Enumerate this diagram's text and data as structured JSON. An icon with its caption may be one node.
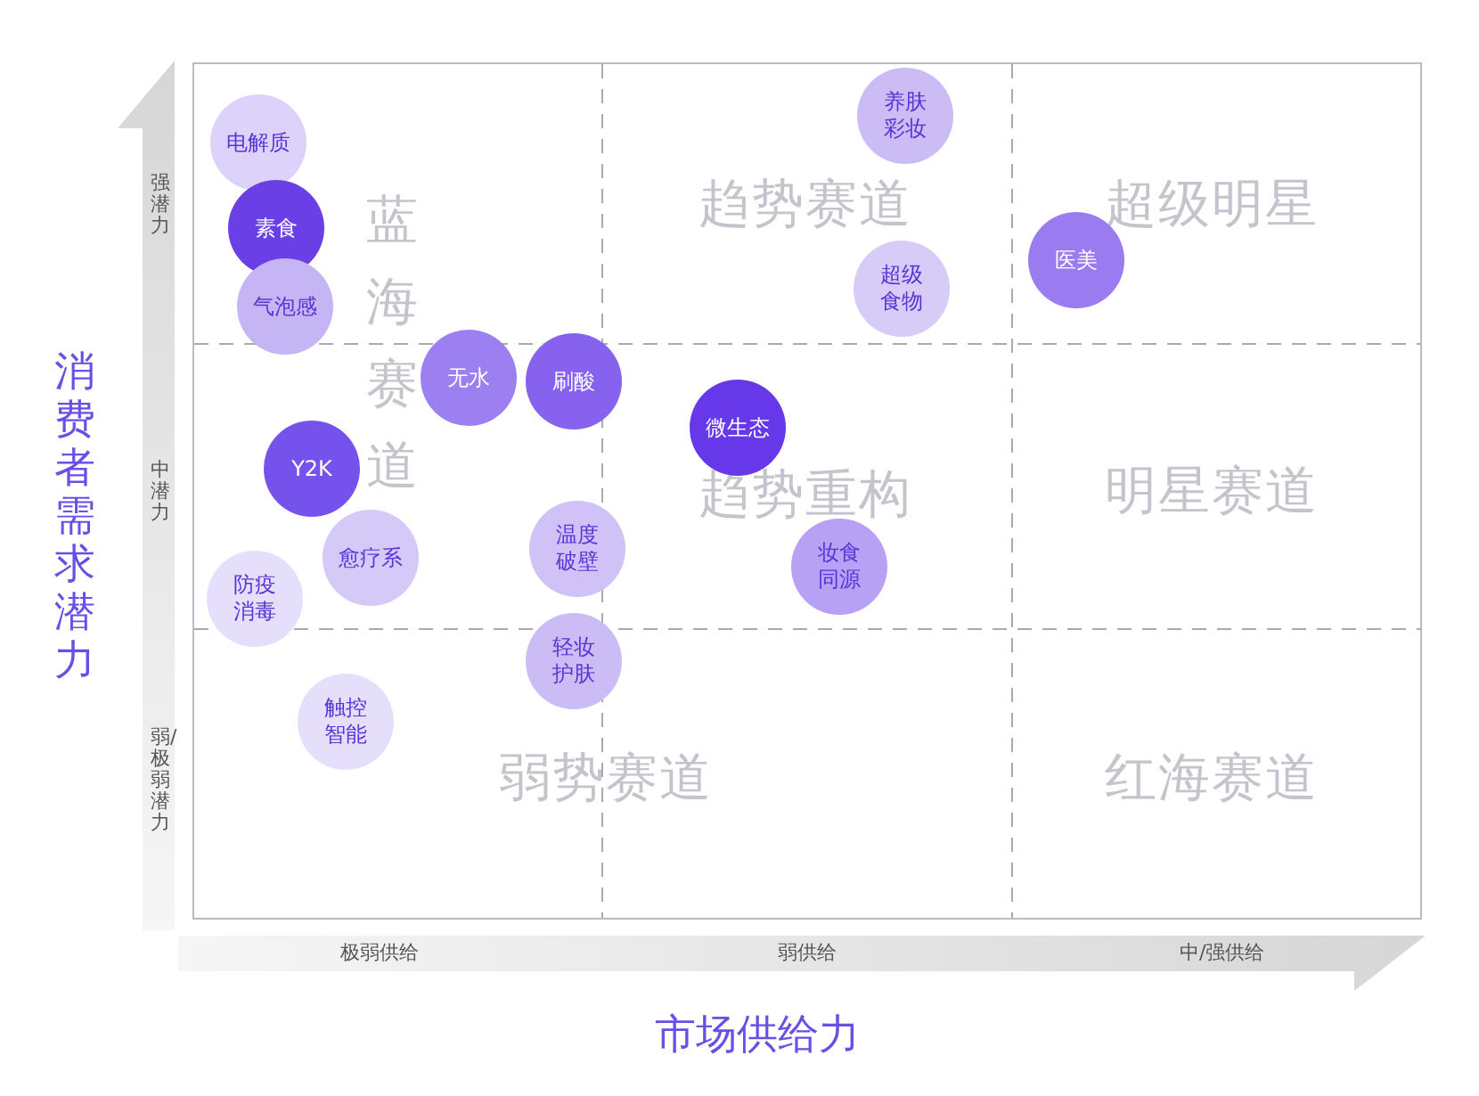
{
  "diagram": {
    "nodes": [
      {
        "text": [
          "养肤彩妆"
        ]
      },
      {
        "text": [
          "电解质"
        ]
      },
      {
        "text": [
          "素食"
        ]
      },
      {
        "text": [
          "医美"
        ]
      },
      {
        "text": [
          "气泡感"
        ]
      },
      {
        "text": [
          "超级食物"
        ]
      },
      {
        "text": [
          "无水"
        ]
      },
      {
        "text": [
          "刷酸"
        ]
      },
      {
        "text": [
          "微生态"
        ]
      },
      {
        "text": [
          "Y2K"
        ]
      },
      {
        "text": [
          "愈疗系"
        ]
      },
      {
        "text": [
          "温度破壁"
        ]
      },
      {
        "text": [
          "妆食同源"
        ]
      },
      {
        "text": [
          "防疫消毒"
        ]
      },
      {
        "text": [
          "轻妆护肤"
        ]
      },
      {
        "text": [
          "触控智能"
        ]
      }
    ],
    "edges": [],
    "labels": [
      "强潜力",
      "趋势赛道",
      "超级明星",
      "蓝海赛道",
      "消费者需求潜力",
      "中潜力",
      "趋势重构",
      "明星赛道",
      "弱/极弱潜力",
      "弱势赛道",
      "红海赛道",
      "极弱供给",
      "弱供给",
      "中/强供给",
      "市场供给力"
    ]
  }
}
